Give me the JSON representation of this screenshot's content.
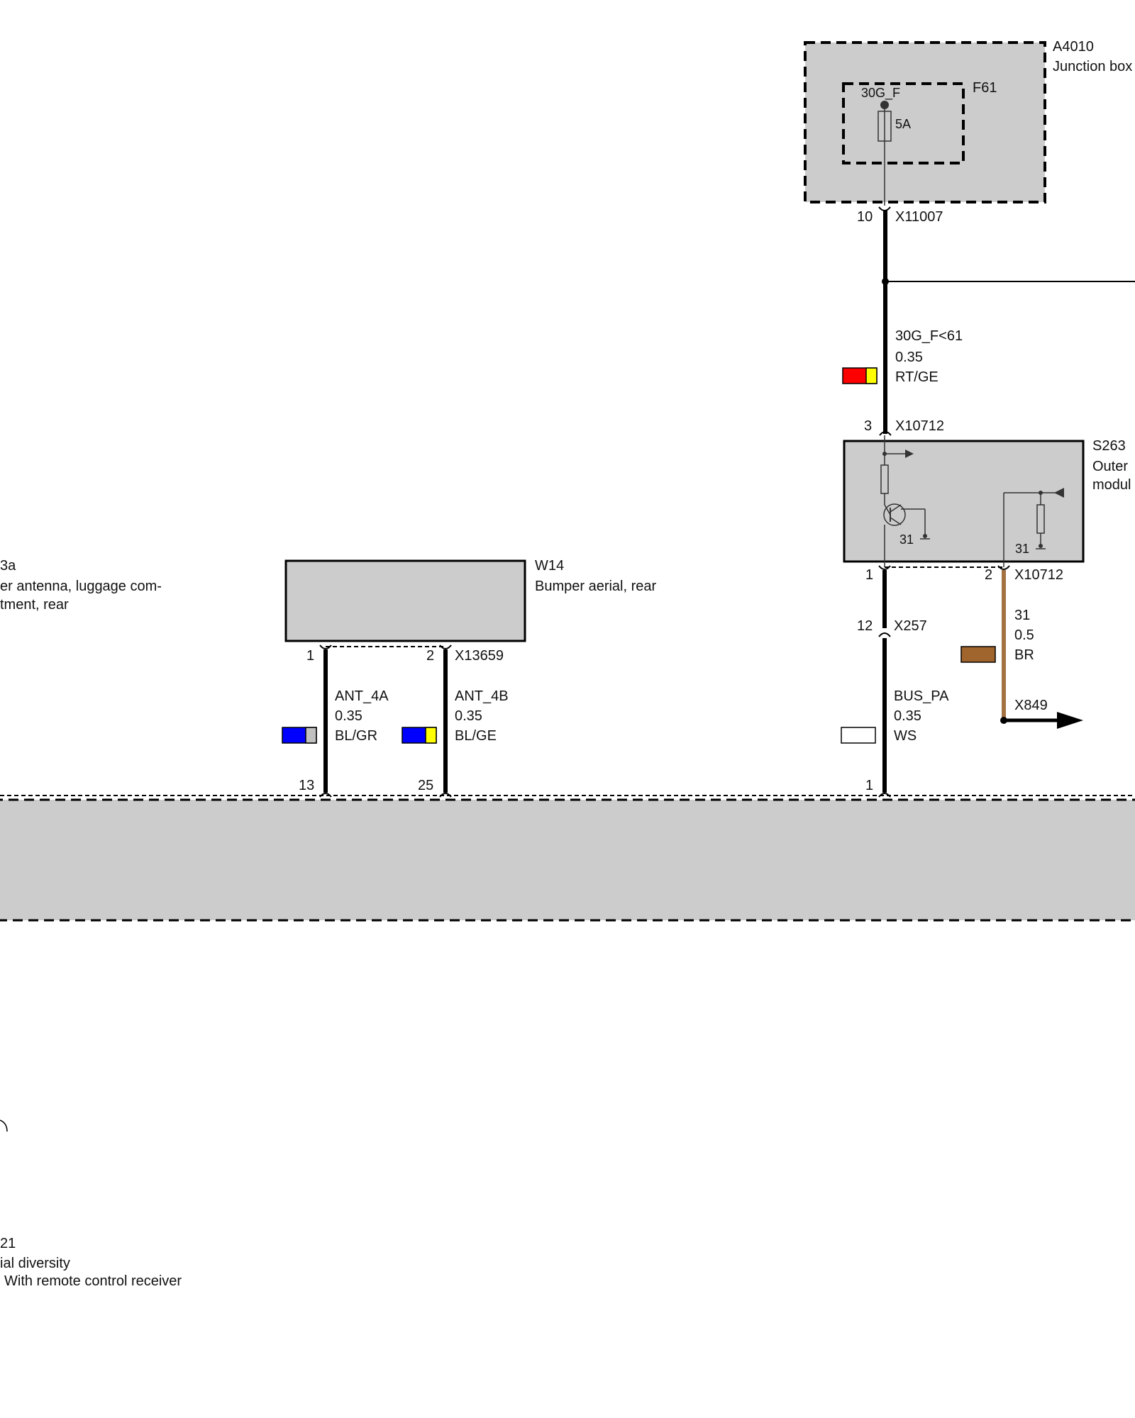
{
  "colors": {
    "gray_fill": "#cccccc",
    "wire": "#000000",
    "brown_wire": "#a47242",
    "RT": "#ff0000",
    "GE": "#ffff00",
    "BL": "#0000ff",
    "GR": "#c0c0c0",
    "WS": "#ffffff",
    "BR": "#a0642d"
  },
  "a4010": {
    "id": "A4010",
    "name": "Junction box"
  },
  "f61": {
    "id": "F61",
    "pin_label": "30G_F",
    "rating": "5A"
  },
  "x11007": {
    "id": "X11007",
    "pin": "10"
  },
  "wire_30g": {
    "name": "30G_F<61",
    "size": "0.35",
    "color": "RT/GE"
  },
  "x10712_top": {
    "id": "X10712",
    "pin": "3"
  },
  "s263": {
    "id": "S263",
    "name_line1": "Outer",
    "name_line2": "modul",
    "ground_left": "31",
    "ground_right": "31"
  },
  "x10712_bottom": {
    "id": "X10712",
    "pin_left": "1",
    "pin_right": "2"
  },
  "x257": {
    "id": "X257",
    "pin": "12"
  },
  "wire_bus": {
    "name": "BUS_PA",
    "size": "0.35",
    "color": "WS"
  },
  "wire_br": {
    "name": "31",
    "size": "0.5",
    "color": "BR"
  },
  "x849": {
    "id": "X849"
  },
  "w14": {
    "id": "W14",
    "name": "Bumper aerial, rear"
  },
  "x13659": {
    "id": "X13659",
    "pin_left": "1",
    "pin_right": "2"
  },
  "wire_ant4a": {
    "name": "ANT_4A",
    "size": "0.35",
    "color": "BL/GR"
  },
  "wire_ant4b": {
    "name": "ANT_4B",
    "size": "0.35",
    "color": "BL/GE"
  },
  "bottom_pins": {
    "p13": "13",
    "p25": "25",
    "p1": "1"
  },
  "left_upper": {
    "id": "3a",
    "line1": "er antenna, luggage com-",
    "line2": "tment, rear"
  },
  "left_lower": {
    "id": "21",
    "line1": "ial diversity",
    "line2": "With remote control receiver"
  }
}
